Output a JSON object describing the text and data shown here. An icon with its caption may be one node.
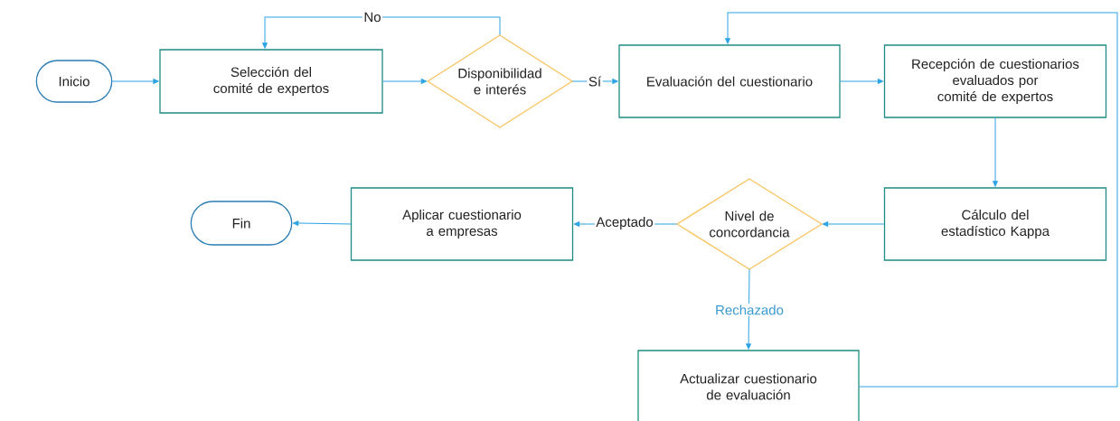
{
  "diagram": {
    "nodes": [
      {
        "text": [
          "Inicio"
        ]
      },
      {
        "text": [
          "Selección del comité de expertos"
        ]
      },
      {
        "text": [
          "Disponibilidad e interés"
        ]
      },
      {
        "text": [
          "Evaluación del cuestionario"
        ]
      },
      {
        "text": [
          "Recepción de cuestionarios evaluados por comité de expertos"
        ]
      },
      {
        "text": [
          "Cálculo del estadístico Kappa"
        ]
      },
      {
        "text": [
          "Nivel de concordancia"
        ]
      },
      {
        "text": [
          "Aplicar cuestionario a empresas"
        ]
      },
      {
        "text": [
          "Fin"
        ]
      },
      {
        "text": [
          "Actualizar cuestionario de evaluación"
        ]
      }
    ],
    "edges": [
      {
        "from": 0,
        "to": 1,
        "arrow": "to"
      },
      {
        "from": 1,
        "to": 2,
        "arrow": "to"
      },
      {
        "from": 2,
        "to": 1,
        "arrow": "to",
        "label": "No"
      },
      {
        "from": 2,
        "to": 3,
        "arrow": "to",
        "label": "Sí"
      },
      {
        "from": 3,
        "to": 4,
        "arrow": "to"
      },
      {
        "from": 4,
        "to": 5,
        "arrow": "to"
      },
      {
        "from": 5,
        "to": 6,
        "arrow": "to"
      },
      {
        "from": 6,
        "to": 7,
        "arrow": "to",
        "label": "Aceptado"
      },
      {
        "from": 7,
        "to": 8,
        "arrow": "to"
      },
      {
        "from": 6,
        "to": 9,
        "arrow": "to",
        "label": "Rechazado"
      },
      {
        "from": 9,
        "to": 3,
        "arrow": "to"
      }
    ]
  }
}
